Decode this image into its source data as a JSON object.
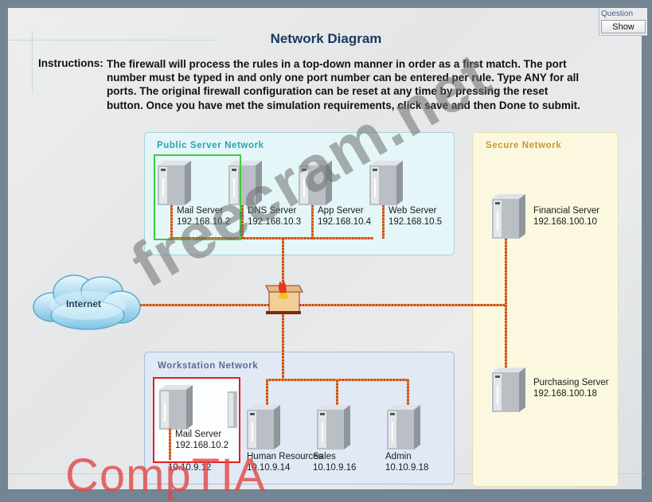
{
  "question_panel": {
    "label": "Question",
    "show_button": "Show"
  },
  "page": {
    "title": "Network Diagram",
    "instructions_label": "Instructions:",
    "instructions_text": "The firewall will process the rules in a top-down manner in order as a first match. The port number must be typed in and only one port number can be entered per rule. Type ANY for all ports. The original firewall configuration can be reset at any time by pressing the reset button. Once you have met the simulation requirements, click save and then Done to submit."
  },
  "colors": {
    "public_title": "#2aa3b0",
    "secure_title": "#c99a2e",
    "workstation_title": "#5a6b9a",
    "wire": "#c8481e",
    "highlight_green": "#3dcc3d",
    "highlight_red": "#e02020"
  },
  "internet": {
    "label": "Internet",
    "icon": "cloud-icon"
  },
  "firewall": {
    "icon": "firewall-icon"
  },
  "public_network": {
    "title": "Public Server Network",
    "servers": [
      {
        "name": "Mail Server",
        "ip": "192.168.10.2"
      },
      {
        "name": "DNS Server",
        "ip": "192.168.10.3"
      },
      {
        "name": "App Server",
        "ip": "192.168.10.4"
      },
      {
        "name": "Web Server",
        "ip": "192.168.10.5"
      }
    ]
  },
  "secure_network": {
    "title": "Secure Network",
    "servers": [
      {
        "name": "Financial Server",
        "ip": "192.168.100.10"
      },
      {
        "name": "Purchasing Server",
        "ip": "192.168.100.18"
      }
    ]
  },
  "workstation_network": {
    "title": "Workstation Network",
    "hosts": [
      {
        "name": "",
        "ip": "10.10.9.12"
      },
      {
        "name": "Human Resources",
        "ip": "10.10.9.14"
      },
      {
        "name": "Sales",
        "ip": "10.10.9.16"
      },
      {
        "name": "Admin",
        "ip": "10.10.9.18"
      }
    ],
    "highlight_popup": {
      "name": "Mail Server",
      "ip": "192.168.10.2"
    }
  },
  "watermarks": {
    "site": "freecram.net",
    "brand": "CompTIA"
  }
}
